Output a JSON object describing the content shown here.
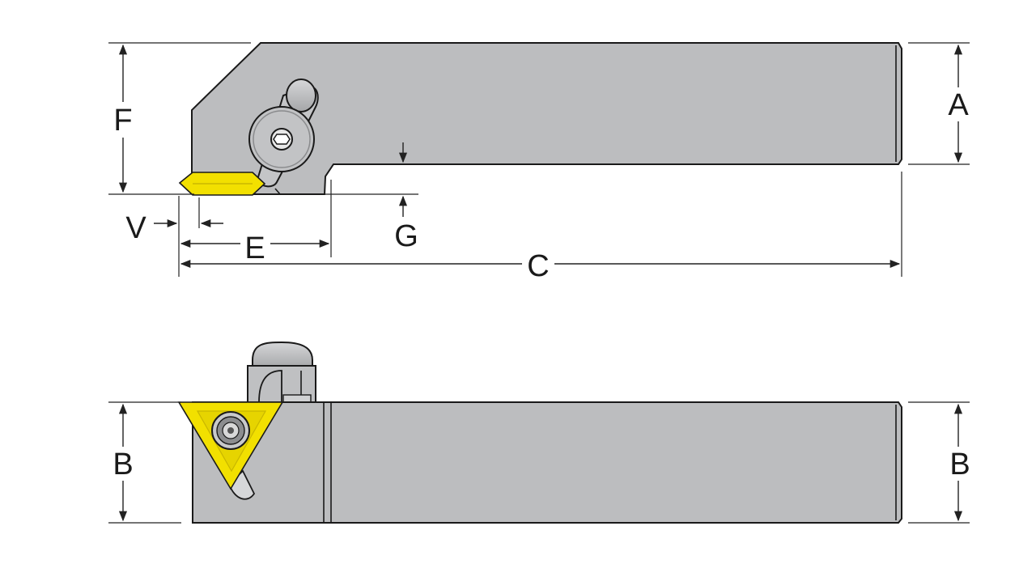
{
  "colors": {
    "body": "#bcbdbf",
    "insert": "#f2e000",
    "insert_dark": "#c9b700",
    "line": "#1a1a1a"
  },
  "labels": {
    "A": "A",
    "F": "F",
    "V": "V",
    "E": "E",
    "G": "G",
    "C": "C",
    "B_left": "B",
    "B_right": "B"
  }
}
